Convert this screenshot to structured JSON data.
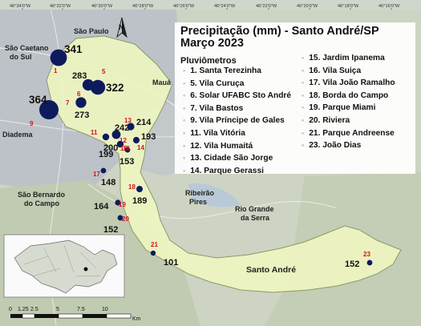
{
  "title_line1": "Precipitação (mm) - Santo André/SP",
  "title_line2": "Março 2023",
  "legend_heading": "Pluviômetros",
  "legend_items": [
    "1. Santa Terezinha",
    "5. Vila Curuça",
    "6. Solar UFABC Sto André",
    "7. Vila Bastos",
    "9. Vila Príncipe de Gales",
    "11. Vila Vitória",
    "12. Vila Humaitá",
    "13. Cidade São Jorge",
    "14. Parque Gerassi",
    "15. Jardim Ipanema",
    "16. Vila Suiça",
    "17. Vila João Ramalho",
    "18. Borda do Campo",
    "19. Parque Miami",
    "20. Riviera",
    "21. Parque Andreense",
    "23. João Dias"
  ],
  "top_ticks": [
    "46°34'0\"W",
    "46°32'0\"W",
    "46°30'0\"W",
    "46°28'0\"W",
    "46°26'0\"W",
    "46°24'0\"W",
    "46°22'0\"W",
    "46°20'0\"W",
    "46°18'0\"W",
    "46°16'0\"W"
  ],
  "place_names": {
    "sao_paulo": "São Paulo",
    "sao_caetano_1": "São Caetano",
    "sao_caetano_2": "do Sul",
    "maua": "Mauá",
    "diadema": "Diadema",
    "sao_bernardo_1": "São Bernardo",
    "sao_bernardo_2": "do Campo",
    "ribeirao_1": "Ribeirão",
    "ribeirao_2": "Pires",
    "rio_grande_1": "Rio Grande",
    "rio_grande_2": "da Serra",
    "santo_andre": "Santo André"
  },
  "north_label": "N",
  "scale_labels": [
    "0",
    "1.25",
    "2.5",
    "5",
    "7.5",
    "10"
  ],
  "scale_unit": "Km",
  "stations": [
    {
      "id": "1",
      "value": 341,
      "value_label": "341"
    },
    {
      "id": "5",
      "value": 322,
      "value_label": "322"
    },
    {
      "id": "6",
      "value": 283,
      "value_label": "283"
    },
    {
      "id": "7",
      "value": 273,
      "value_label": "273"
    },
    {
      "id": "9",
      "value": 364,
      "value_label": "364"
    },
    {
      "id": "11",
      "value": 200,
      "value_label": "200"
    },
    {
      "id": "12",
      "value": 242,
      "value_label": "242"
    },
    {
      "id": "13",
      "value": 214,
      "value_label": "214"
    },
    {
      "id": "14",
      "value": 193,
      "value_label": "193"
    },
    {
      "id": "15",
      "value": 199,
      "value_label": "199"
    },
    {
      "id": "16",
      "value": 153,
      "value_label": "153"
    },
    {
      "id": "17",
      "value": 148,
      "value_label": "148"
    },
    {
      "id": "18",
      "value": 189,
      "value_label": "189"
    },
    {
      "id": "19",
      "value": 164,
      "value_label": "164"
    },
    {
      "id": "20",
      "value": 152,
      "value_label": "152"
    },
    {
      "id": "21",
      "value": 101,
      "value_label": "101"
    },
    {
      "id": "23",
      "value": 152,
      "value_label": "152"
    }
  ],
  "colors": {
    "marker": "#0d1b5e",
    "station_id": "#d4141b",
    "municipality": "#eef5c0",
    "municipality_border": "#8a9a6a",
    "urban": "#bcc1c8",
    "terrain": "#c9d0bd",
    "tick_bar": "#cfd6cc"
  }
}
